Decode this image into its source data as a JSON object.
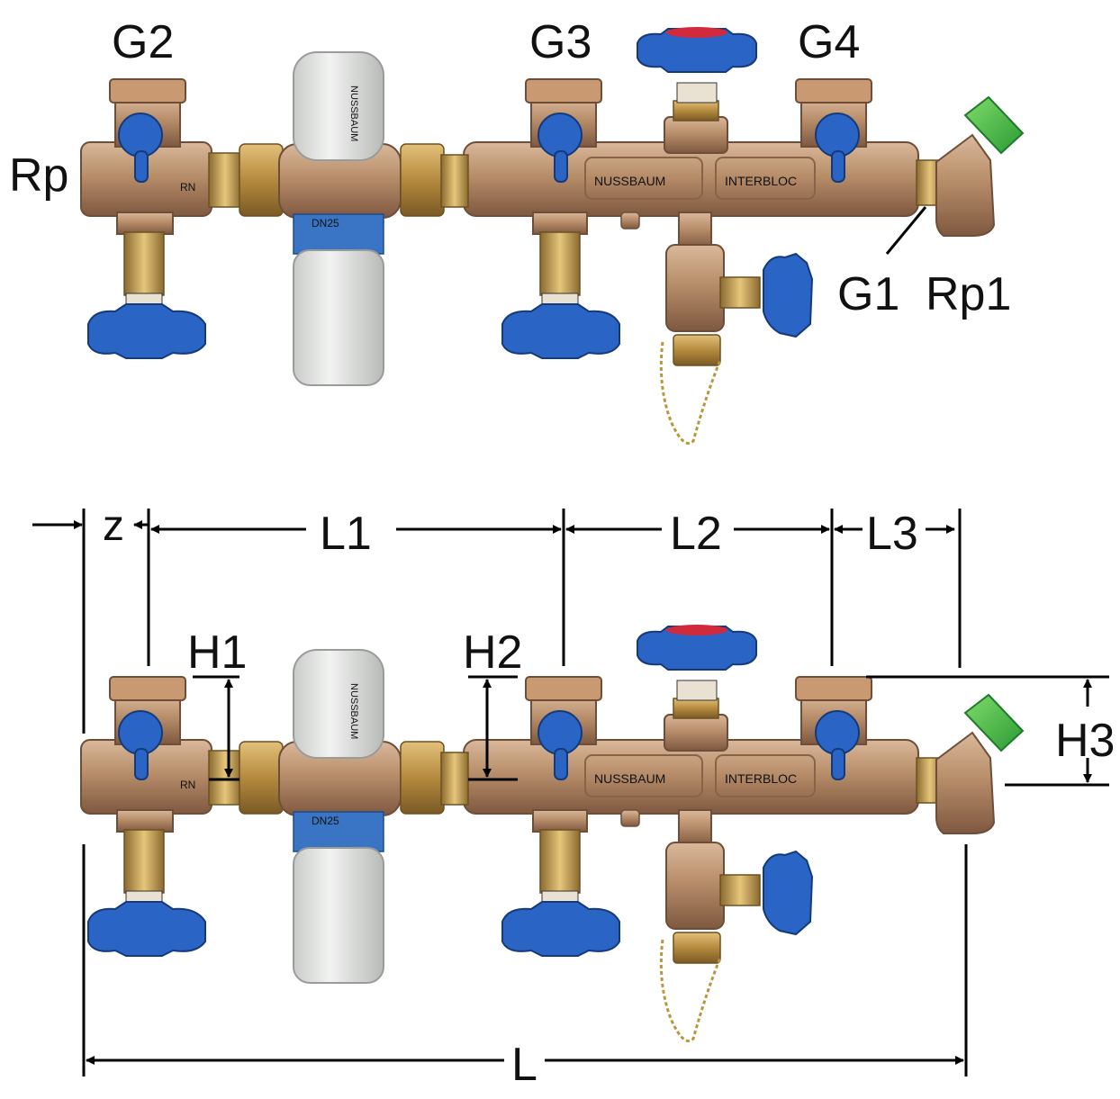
{
  "top_labels": {
    "g2": "G2",
    "g3": "G3",
    "g4": "G4",
    "rp": "Rp",
    "g1": "G1",
    "rp1": "Rp1"
  },
  "dimension_labels": {
    "z": "z",
    "l1": "L1",
    "l2": "L2",
    "l3": "L3",
    "h1": "H1",
    "h2": "H2",
    "h3": "H3",
    "l": "L"
  },
  "stamps": {
    "brand_body": "NUSSBAUM",
    "model_body": "INTERBLOC",
    "brand_filter": "NUSSBAUM",
    "dn": "DN25",
    "rn": "RN"
  },
  "colors": {
    "bronze": "#b88e6a",
    "bronze_dark": "#8a6248",
    "brass": "#c9a25a",
    "handle_blue": "#2a64c4",
    "handle_red": "#d02a3c",
    "cap_green": "#3cb044",
    "filter_white": "#e6e8e6",
    "filter_blue": "#3a74c4"
  }
}
